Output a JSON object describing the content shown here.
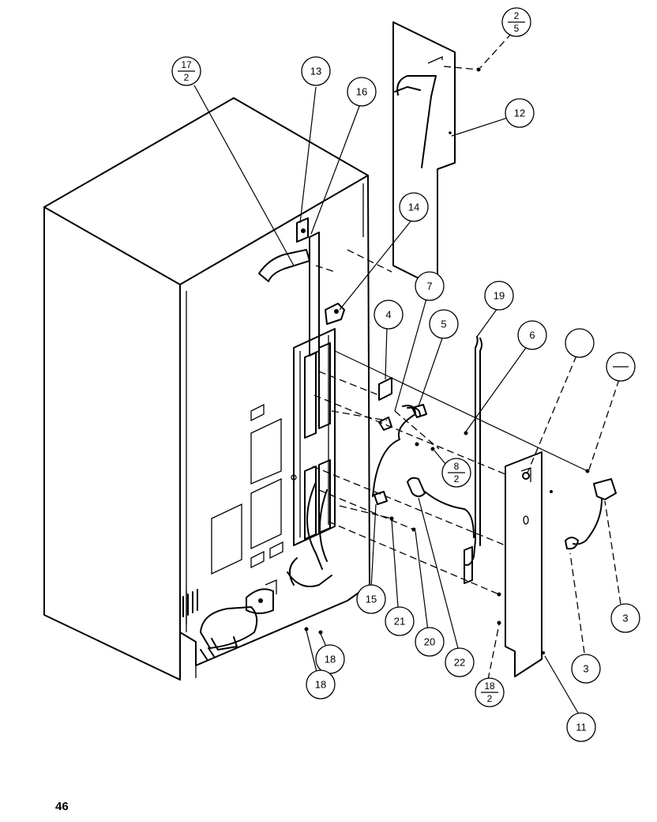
{
  "page_number": "46",
  "callouts": [
    {
      "label": "17",
      "denominator": "2"
    },
    {
      "label": "13"
    },
    {
      "label": "16"
    },
    {
      "label": "2",
      "denominator": "5"
    },
    {
      "label": "12"
    },
    {
      "label": "14"
    },
    {
      "label": "7"
    },
    {
      "label": "19"
    },
    {
      "label": "4"
    },
    {
      "label": "5"
    },
    {
      "label": "6"
    },
    {
      "label": ""
    },
    {
      "label": "",
      "denominator": ""
    },
    {
      "label": "8",
      "denominator": "2"
    },
    {
      "label": "15"
    },
    {
      "label": "21"
    },
    {
      "label": "20"
    },
    {
      "label": "22"
    },
    {
      "label": "18"
    },
    {
      "label": "18"
    },
    {
      "label": "18",
      "denominator": "2"
    },
    {
      "label": "3"
    },
    {
      "label": "3"
    },
    {
      "label": "11"
    }
  ]
}
